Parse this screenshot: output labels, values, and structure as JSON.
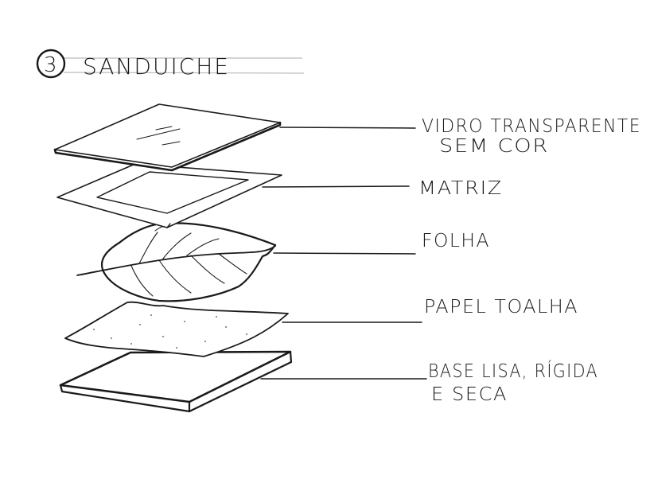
{
  "title": {
    "number": "3",
    "text": "SANDUICHE"
  },
  "layers": [
    {
      "id": "glass",
      "label_lines": [
        "VIDRO TRANSPARENTE",
        "SEM COR"
      ]
    },
    {
      "id": "matrix",
      "label_lines": [
        "MATRIZ"
      ]
    },
    {
      "id": "leaf",
      "label_lines": [
        "FOLHA"
      ]
    },
    {
      "id": "towel",
      "label_lines": [
        "PAPEL TOALHA"
      ]
    },
    {
      "id": "base",
      "label_lines": [
        "BASE LISA, RÍGIDA",
        "E SECA"
      ]
    }
  ],
  "colors": {
    "ink": "#1a1a1a",
    "paper": "#ffffff",
    "guide": "#bbbbbb"
  }
}
